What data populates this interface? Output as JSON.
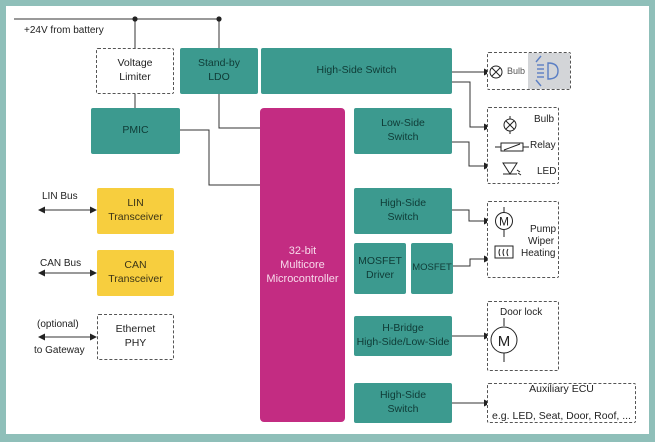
{
  "title": "Body control module block diagram",
  "supply": {
    "label": "+24V from battery"
  },
  "blocks": {
    "voltage_limiter": "Voltage\nLimiter",
    "standby_ldo": "Stand-by\nLDO",
    "pmic": "PMIC",
    "mcu": "32-bit\nMulticore\nMicrocontroller",
    "lin_transceiver": "LIN\nTransceiver",
    "can_transceiver": "CAN\nTransceiver",
    "ethernet_phy": "Ethernet\nPHY",
    "hs_switch_top": "High-Side Switch",
    "ls_switch": "Low-Side\nSwitch",
    "hs_switch_mid": "High-Side\nSwitch",
    "mosfet_driver": "MOSFET\nDriver",
    "mosfet": "MOSFET",
    "h_bridge": "H-Bridge\nHigh-Side/Low-Side",
    "hs_switch_bottom": "High-Side\nSwitch"
  },
  "buses": {
    "lin": "LIN Bus",
    "can": "CAN Bus",
    "eth_top": "(optional)",
    "eth_bottom": "to Gateway"
  },
  "loads": {
    "headlamp": {
      "bulb": "Bulb",
      "icon": "headlamp-icon"
    },
    "ls_group": {
      "bulb": "Bulb",
      "relay": "Relay",
      "led": "LED"
    },
    "motor_group": {
      "pump": "Pump",
      "wiper": "Wiper",
      "heating": "Heating",
      "motor_letter": "M"
    },
    "door_lock": {
      "label": "Door lock",
      "motor_letter": "M"
    },
    "aux_ecu": {
      "title": "Auxiliary ECU",
      "subtitle": "e.g. LED, Seat, Door, Roof, ..."
    }
  },
  "colors": {
    "frame": "#8fbfb9",
    "power_block": "#3c9a8f",
    "mcu": "#c32c82",
    "transceiver": "#f7ce3e",
    "headlamp_bg": "#d3d5d8",
    "headlamp_icon": "#5b7fc4"
  }
}
